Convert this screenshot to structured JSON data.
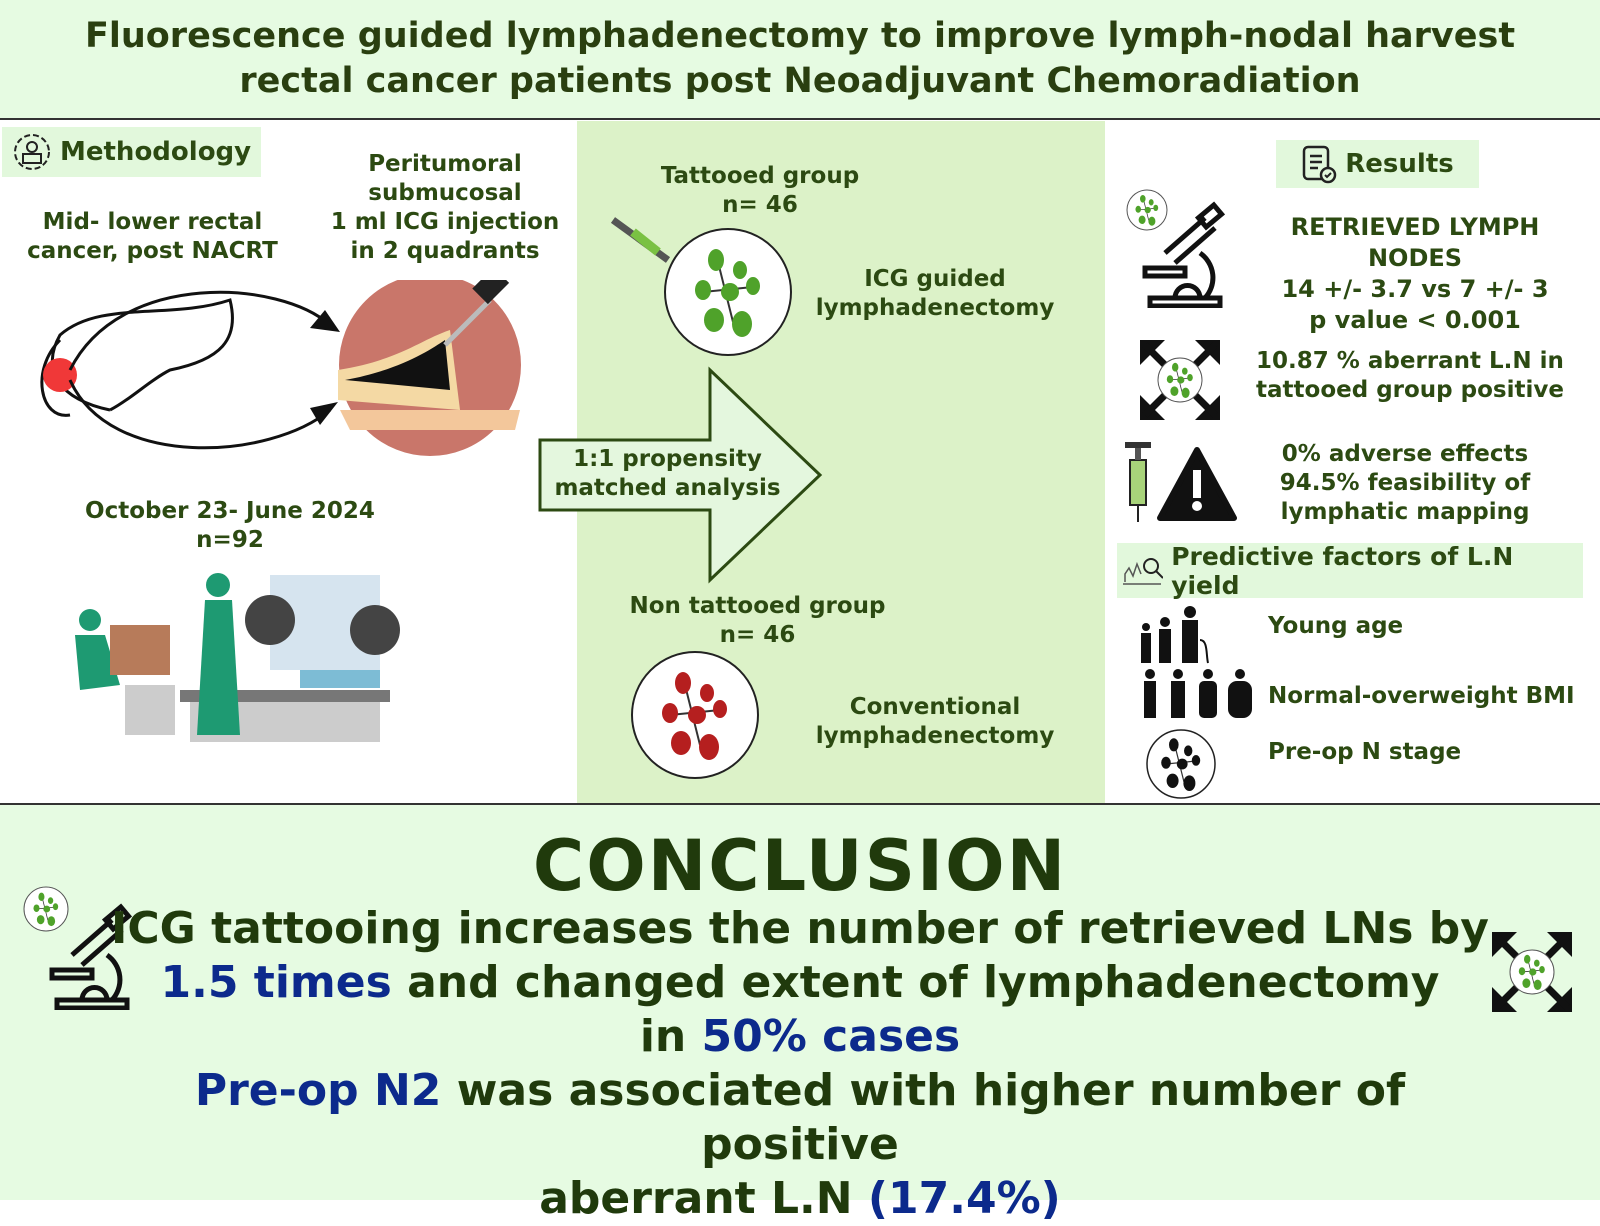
{
  "title": {
    "line1": "Fluorescence guided lymphadenectomy to improve lymph-nodal harvest",
    "line2": "rectal cancer patients post Neoadjuvant Chemoradiation"
  },
  "methodology": {
    "heading": "Methodology",
    "patient": [
      "Mid- lower rectal",
      "cancer, post NACRT"
    ],
    "injection": [
      "Peritumoral",
      "submucosal",
      "1 ml ICG injection",
      "in 2 quadrants"
    ],
    "period": [
      "October 23- June 2024",
      "n=92"
    ]
  },
  "groups": {
    "tattooed": [
      "Tattooed group",
      "n= 46"
    ],
    "tattooed_method": [
      "ICG guided",
      "lymphadenectomy"
    ],
    "analysis": [
      "1:1 propensity",
      "matched analysis"
    ],
    "non_tattooed": [
      "Non tattooed group",
      "n= 46"
    ],
    "non_tattooed_method": [
      "Conventional",
      "lymphadenectomy"
    ]
  },
  "results": {
    "heading": "Results",
    "retrieved": [
      "RETRIEVED LYMPH NODES",
      "14 +/- 3.7 vs 7 +/- 3",
      "p value < 0.001"
    ],
    "aberrant": [
      "10.87 % aberrant L.N in",
      "tattooed group positive"
    ],
    "safety": [
      "0% adverse effects",
      "94.5% feasibility of",
      "lymphatic mapping"
    ],
    "predictive_heading": "Predictive factors of L.N yield",
    "factors": [
      "Young age",
      "Normal-overweight BMI",
      "Pre-op N stage"
    ]
  },
  "conclusion": {
    "heading": "CONCLUSION",
    "l1": "ICG tattooing increases the number of retrieved LNs by",
    "l2a": "1.5 times",
    "l2b": " and changed extent of lymphadenectomy",
    "l3a": "in ",
    "l3b": "50% cases",
    "l4a": "Pre-op N2",
    "l4b": " was associated with higher number of positive",
    "l5a": "aberrant L.N ",
    "l5b": "(17.4%)"
  },
  "colors": {
    "green_text": "#2c4a12",
    "blue": "#0c2a8c",
    "mid_bg": "#dcf2c8",
    "panel_bg": "#e6fbe2"
  }
}
